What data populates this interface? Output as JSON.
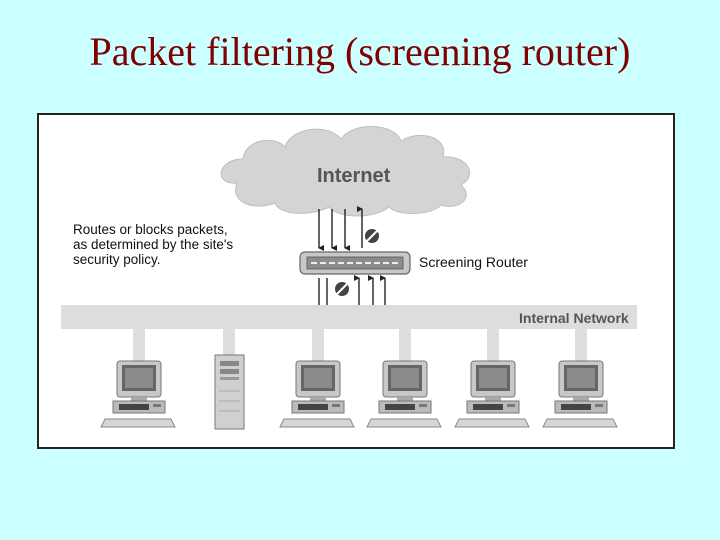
{
  "slide": {
    "title": "Packet filtering (screening router)"
  },
  "diagram": {
    "cloud_label": "Internet",
    "router_label": "Screening Router",
    "network_label": "Internal Network",
    "note_lines": [
      "Routes or blocks packets,",
      "as determined by the site's",
      "security policy."
    ]
  },
  "colors": {
    "background": "#CCFFFF",
    "title": "#800000",
    "cloud": "#D4D4D4",
    "network_bar": "#DDDDDD"
  },
  "icons": [
    "cloud-icon",
    "router-icon",
    "block-icon",
    "workstation-icon",
    "server-icon",
    "arrow-icon"
  ]
}
